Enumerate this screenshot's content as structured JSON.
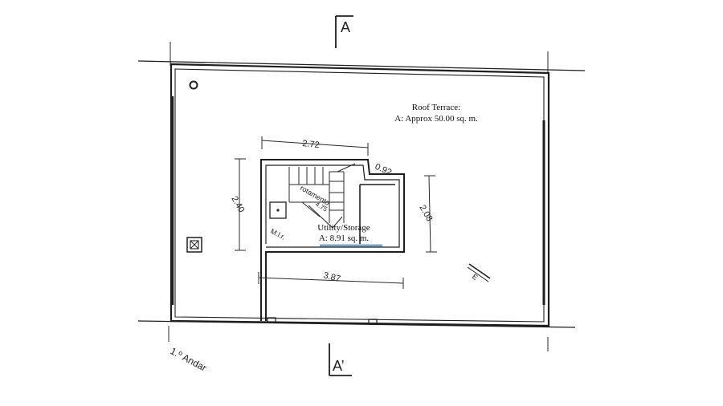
{
  "section_marks": {
    "top": "A",
    "bottom": "A’"
  },
  "roof_terrace": {
    "title": "Roof Terrace:",
    "area": "A: Approx 50.00 sq. m."
  },
  "utility": {
    "title": "Utility/Storage",
    "area": "A: 8.91 sq. m."
  },
  "dimensions": {
    "stair_width": "2.72",
    "left_height": "2.40",
    "right_height": "2.08",
    "bottom_width": "3.87",
    "small": "0.92"
  },
  "labels": {
    "mlr": "M.l.r.",
    "stair_note": "rotamento",
    "stair_sub": "4.75",
    "compass": "E",
    "floor": "1.º Andar"
  }
}
